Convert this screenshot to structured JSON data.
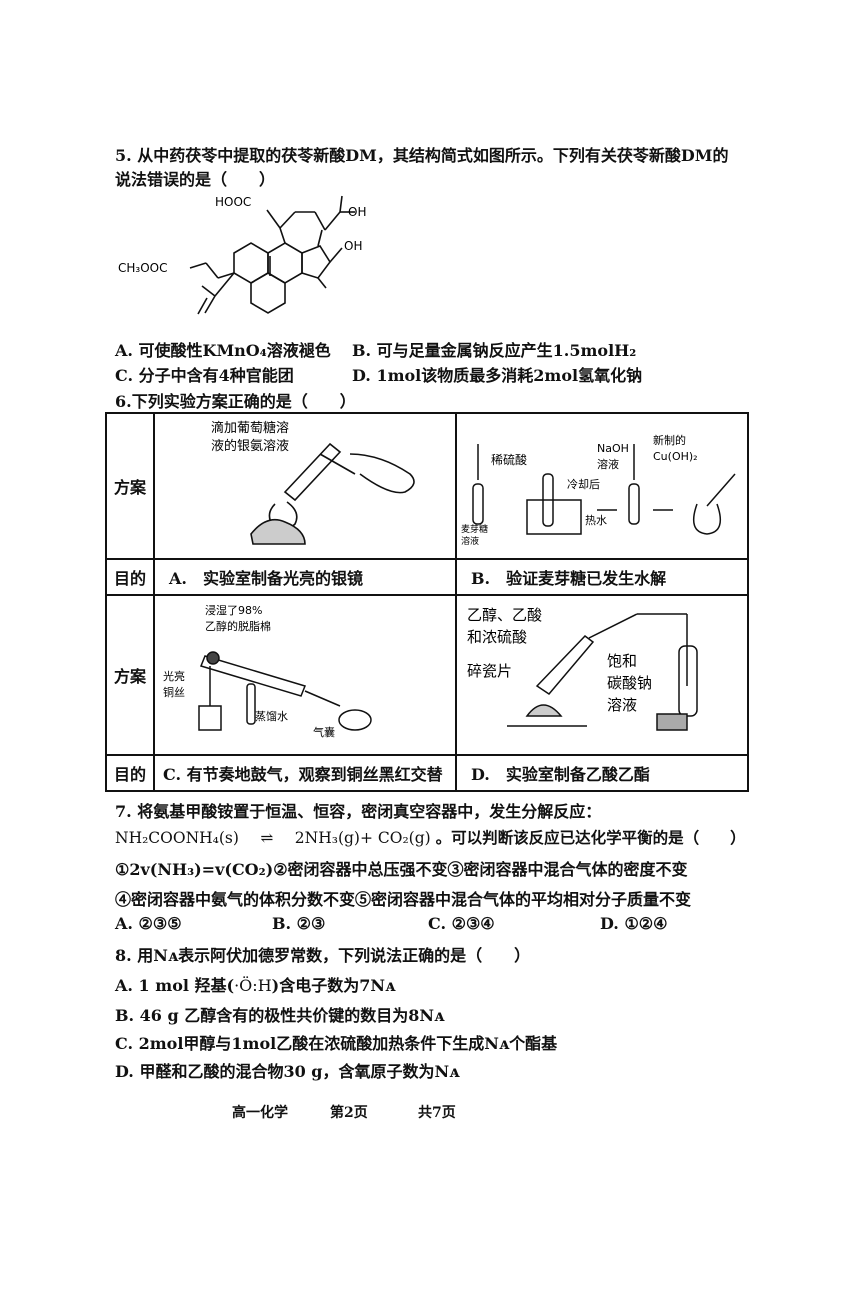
{
  "q5": {
    "stem_line1": "5. 从中药茯苓中提取的茯苓新酸DM，其结构简式如图所示。下列有关茯苓新酸DM的",
    "stem_line2": "说法错误的是（　　）",
    "struct_labels": {
      "hooc": "HOOC",
      "oh1": "OH",
      "oh2": "OH",
      "ester": "CH₃OOC"
    },
    "optA": "A. 可使酸性KMnO₄溶液褪色",
    "optB": "B. 可与足量金属钠反应产生1.5molH₂",
    "optC": "C. 分子中含有4种官能团",
    "optD": "D. 1mol该物质最多消耗2mol氢氧化钠"
  },
  "q6": {
    "stem": "6.下列实验方案正确的是（　　）",
    "row_label_scheme": "方案",
    "row_label_goal": "目的",
    "A": {
      "label1": "滴加葡萄糖溶",
      "label2": "液的银氨溶液",
      "goal": "A.　实验室制备光亮的银镜"
    },
    "B": {
      "l_acid": "稀硫酸",
      "l_naoh1": "NaOH",
      "l_naoh2": "溶液",
      "l_new1": "新制的",
      "l_new2": "Cu(OH)₂",
      "l_cool": "冷却后",
      "l_hot": "热水",
      "l_malt1": "麦芽糖",
      "l_malt2": "溶液",
      "goal": "B.　验证麦芽糖已发生水解"
    },
    "C": {
      "l_cotton1": "浸湿了98%",
      "l_cotton2": "乙醇的脱脂棉",
      "l_cu1": "光亮",
      "l_cu2": "铜丝",
      "l_water": "蒸馏水",
      "l_bag": "气囊",
      "goal": "C. 有节奏地鼓气，观察到铜丝黑红交替"
    },
    "D": {
      "l_r1": "乙醇、乙酸",
      "l_r2": "和浓硫酸",
      "l_chip": "碎瓷片",
      "l_sat1": "饱和",
      "l_sat2": "碳酸钠",
      "l_sat3": "溶液",
      "goal": "D.　实验室制备乙酸乙酯"
    }
  },
  "q7": {
    "stem": "7. 将氨基甲酸铵置于恒温、恒容，密闭真空容器中，发生分解反应：",
    "eq_left": "NH₂COONH₄(s)",
    "eq_right": "2NH₃(g)+ CO₂(g)",
    "eq_tail": "。可以判断该反应已达化学平衡的是（　　）",
    "cond1": "①2v(NH₃)=v(CO₂)②密闭容器中总压强不变③密闭容器中混合气体的密度不变",
    "cond2": "④密闭容器中氨气的体积分数不变⑤密闭容器中混合气体的平均相对分子质量不变",
    "optA": "A. ②③⑤",
    "optB": "B. ②③",
    "optC": "C. ②③④",
    "optD": "D. ①②④"
  },
  "q8": {
    "stem": "8. 用Nᴀ表示阿伏加德罗常数，下列说法正确的是（　　）",
    "optA_pre": "A. 1 mol 羟基(",
    "optA_dot": "·Ö:H",
    "optA_post": ")含电子数为7Nᴀ",
    "optB": "B. 46 g 乙醇含有的极性共价键的数目为8Nᴀ",
    "optC": "C. 2mol甲醇与1mol乙酸在浓硫酸加热条件下生成Nᴀ个酯基",
    "optD": "D. 甲醛和乙酸的混合物30 g，含氧原子数为Nᴀ"
  },
  "footer": {
    "subject": "高一化学",
    "page": "第2页",
    "total": "共7页"
  }
}
